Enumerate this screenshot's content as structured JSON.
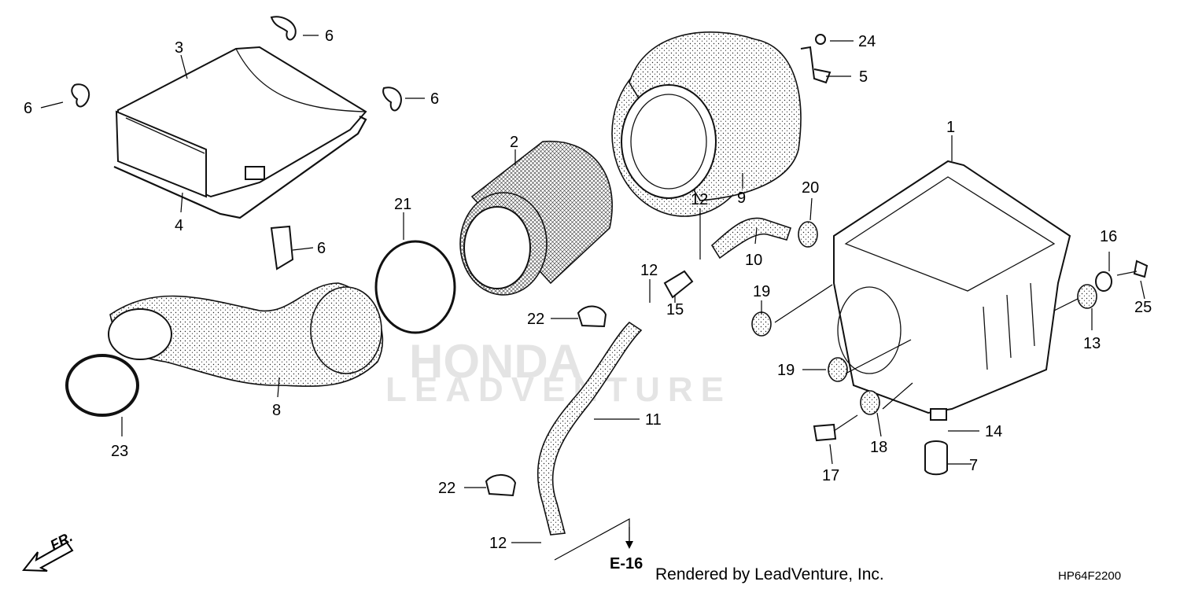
{
  "diagram": {
    "callouts": [
      {
        "id": "c1",
        "label": "1"
      },
      {
        "id": "c2",
        "label": "2"
      },
      {
        "id": "c3",
        "label": "3"
      },
      {
        "id": "c4",
        "label": "4"
      },
      {
        "id": "c5",
        "label": "5"
      },
      {
        "id": "c6a",
        "label": "6"
      },
      {
        "id": "c6b",
        "label": "6"
      },
      {
        "id": "c6c",
        "label": "6"
      },
      {
        "id": "c6d",
        "label": "6"
      },
      {
        "id": "c7",
        "label": "7"
      },
      {
        "id": "c8",
        "label": "8"
      },
      {
        "id": "c9",
        "label": "9"
      },
      {
        "id": "c10",
        "label": "10"
      },
      {
        "id": "c11",
        "label": "11"
      },
      {
        "id": "c12a",
        "label": "12"
      },
      {
        "id": "c12b",
        "label": "12"
      },
      {
        "id": "c12c",
        "label": "12"
      },
      {
        "id": "c13",
        "label": "13"
      },
      {
        "id": "c14",
        "label": "14"
      },
      {
        "id": "c15",
        "label": "15"
      },
      {
        "id": "c16",
        "label": "16"
      },
      {
        "id": "c17",
        "label": "17"
      },
      {
        "id": "c18",
        "label": "18"
      },
      {
        "id": "c19a",
        "label": "19"
      },
      {
        "id": "c19b",
        "label": "19"
      },
      {
        "id": "c20",
        "label": "20"
      },
      {
        "id": "c21",
        "label": "21"
      },
      {
        "id": "c22a",
        "label": "22"
      },
      {
        "id": "c22b",
        "label": "22"
      },
      {
        "id": "c23",
        "label": "23"
      },
      {
        "id": "c24",
        "label": "24"
      },
      {
        "id": "c25",
        "label": "25"
      }
    ],
    "reference": "E-16",
    "front_marker": "FR.",
    "watermark": {
      "brand": "HONDA",
      "line": "LEADVENTURE"
    },
    "footer_credit": "Rendered by LeadVenture, Inc.",
    "diagram_code": "HP64F2200"
  }
}
